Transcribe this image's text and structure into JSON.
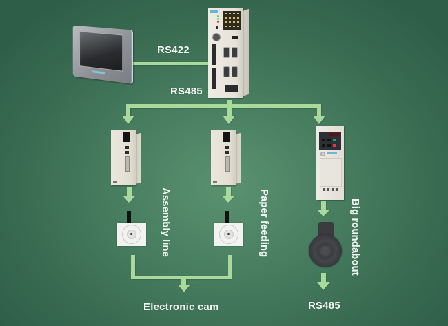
{
  "diagram": {
    "title_hidden": "",
    "colors": {
      "background_edge": "#2f5e48",
      "background_center": "#5a9270",
      "connector": "#a9da9c",
      "label_text": "#f4f8f2"
    },
    "devices": {
      "hmi": {
        "name": "HMI touch panel",
        "icon": "touchscreen-icon"
      },
      "plc": {
        "name": "PLC controller",
        "icon": "plc-icon"
      },
      "servo_drive_1": {
        "name": "Servo drive",
        "icon": "servo-drive-icon"
      },
      "servo_drive_2": {
        "name": "Servo drive",
        "icon": "servo-drive-icon"
      },
      "vfd": {
        "name": "Inverter",
        "icon": "inverter-icon"
      },
      "servo_motor_1": {
        "name": "Servo motor",
        "icon": "servo-motor-icon"
      },
      "servo_motor_2": {
        "name": "Servo motor",
        "icon": "servo-motor-icon"
      },
      "big_motor": {
        "name": "Motor",
        "icon": "motor-icon"
      }
    },
    "labels": {
      "hmi_plc_link": "RS422",
      "plc_bus": "RS485",
      "motor1_application": "Assembly line",
      "motor2_application": "Paper feeding",
      "motor3_application": "Big roundabout",
      "combined_output": "Electronic cam",
      "motor3_output": "RS485"
    },
    "connections": [
      {
        "from": "hmi",
        "to": "plc",
        "label": "RS422"
      },
      {
        "from": "plc",
        "to": "servo_drive_1",
        "label": "RS485"
      },
      {
        "from": "plc",
        "to": "servo_drive_2",
        "label": "RS485"
      },
      {
        "from": "plc",
        "to": "vfd",
        "label": "RS485"
      },
      {
        "from": "servo_drive_1",
        "to": "servo_motor_1"
      },
      {
        "from": "servo_drive_2",
        "to": "servo_motor_2"
      },
      {
        "from": "vfd",
        "to": "big_motor"
      },
      {
        "from": "servo_motor_1",
        "to": "electronic_cam"
      },
      {
        "from": "servo_motor_2",
        "to": "electronic_cam"
      },
      {
        "from": "big_motor",
        "to": "rs485_output"
      }
    ]
  }
}
